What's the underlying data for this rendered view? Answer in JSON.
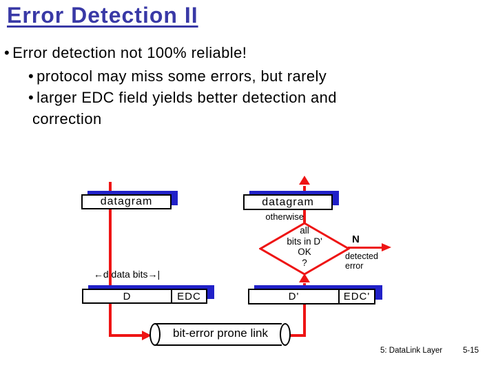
{
  "title": "Error Detection II",
  "bullets": [
    {
      "bullet": "•",
      "text": "Error detection not 100% reliable!"
    },
    {
      "bullet": "•",
      "text": "protocol may miss some errors, but rarely"
    },
    {
      "bullet": "•",
      "text": "larger EDC field yields better detection and"
    },
    {
      "bullet": "",
      "text": "correction"
    }
  ],
  "diagram": {
    "sender": {
      "datagram": "datagram",
      "bits_measure": "←d data bits→|",
      "data_field": "D",
      "edc_field": "EDC"
    },
    "link": {
      "label": "bit-error prone link"
    },
    "receiver": {
      "datagram": "datagram",
      "otherwise": "otherwise",
      "decision_lines": [
        "all",
        "bits in D'",
        "OK",
        "?"
      ],
      "no_branch": "N",
      "detected_line1": "detected",
      "detected_line2": "error",
      "data_field": "D'",
      "edc_field": "EDC'"
    },
    "colors": {
      "accent_red": "#ee1414",
      "shadow_blue": "#2121c8",
      "title_blue": "#3939a6"
    }
  },
  "footer": {
    "section": "5: DataLink Layer",
    "page": "5-15"
  }
}
